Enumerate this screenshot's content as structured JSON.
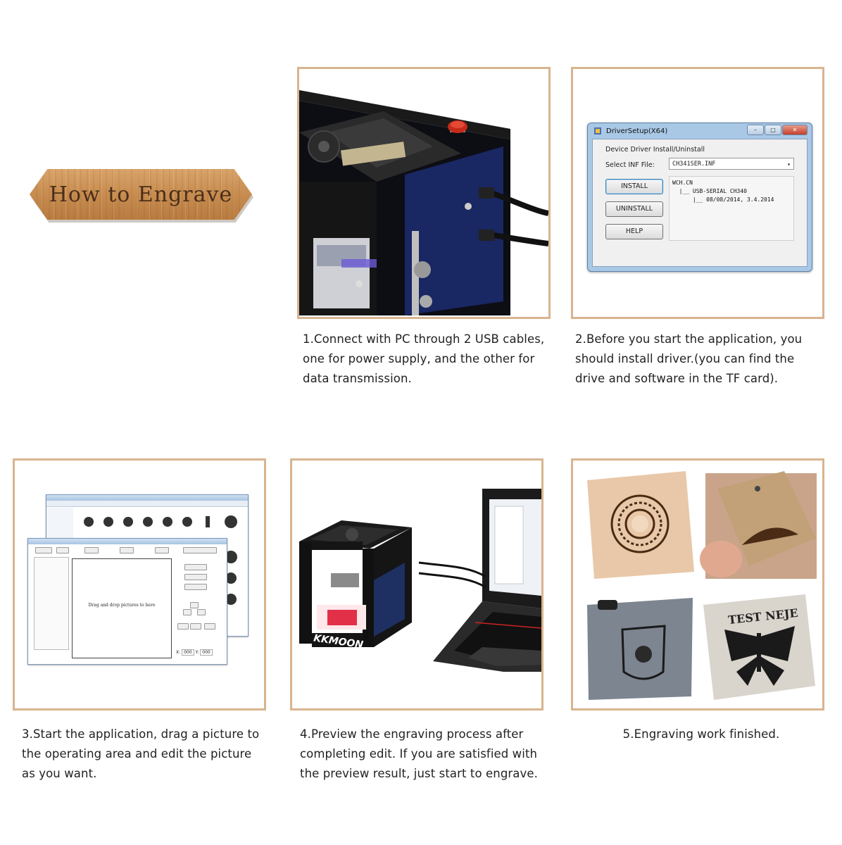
{
  "banner": {
    "title": "How to Engrave"
  },
  "steps": [
    {
      "caption_lines": [
        "1.Connect with PC through 2 USB cables,",
        "one for power supply, and the other for",
        "data transmission."
      ]
    },
    {
      "caption_lines": [
        "2.Before you start the application, you",
        "should install driver.(you can find the",
        "drive and software in the TF card)."
      ]
    },
    {
      "caption_lines": [
        "3.Start the application, drag a picture to",
        "the operating area and edit the picture",
        "as you want."
      ]
    },
    {
      "caption_lines": [
        "4.Preview the engraving process after",
        "completing edit. If you are satisfied with",
        "the preview result, just start to engrave."
      ]
    },
    {
      "caption_lines": [
        "5.Engraving work finished."
      ]
    }
  ],
  "driver_dialog": {
    "title": "DriverSetup(X64)",
    "group_label": "Device Driver Install/Uninstall",
    "inf_label": "Select INF File:",
    "inf_value": "CH341SER.INF",
    "buttons": [
      "INSTALL",
      "UNINSTALL",
      "HELP"
    ],
    "info_lines": [
      "WCH.CN",
      "  |__ USB-SERIAL CH340",
      "      |__ 08/08/2014, 3.4.2014"
    ]
  },
  "software": {
    "drop_text": "Drag and drop pictures to here",
    "x_label": "X:",
    "x_value": "000",
    "y_label": "Y:",
    "y_value": "000"
  },
  "printer_brand": "KKMOON",
  "samples": {
    "tag_text": "TEST NEJE"
  }
}
